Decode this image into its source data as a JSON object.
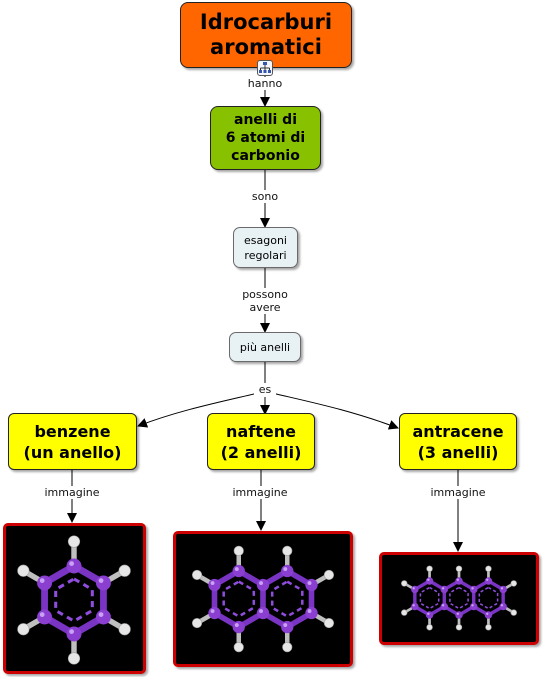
{
  "nodes": {
    "root": "Idrocarburi\naromatici",
    "rings": "anelli di\n6 atomi di\ncarbonio",
    "hexagons": "esagoni\nregolari",
    "multi": "più anelli",
    "benzene": "benzene\n(un anello)",
    "naphthalene": "naftene\n(2 anelli)",
    "anthracene": "antracene\n(3 anelli)"
  },
  "links": {
    "hanno": "hanno",
    "sono": "sono",
    "possono": "possono\navere",
    "es": "es",
    "img1": "immagine",
    "img2": "immagine",
    "img3": "immagine"
  },
  "icons": {
    "resource": "hierarchy-icon"
  },
  "colors": {
    "root": "#ff6600",
    "rings": "#88c100",
    "concept_light": "#e8f2f4",
    "example": "#ffff00",
    "image_border": "#cc0000",
    "carbon": "#8a3fd1",
    "hydrogen": "#e6e6e6"
  }
}
